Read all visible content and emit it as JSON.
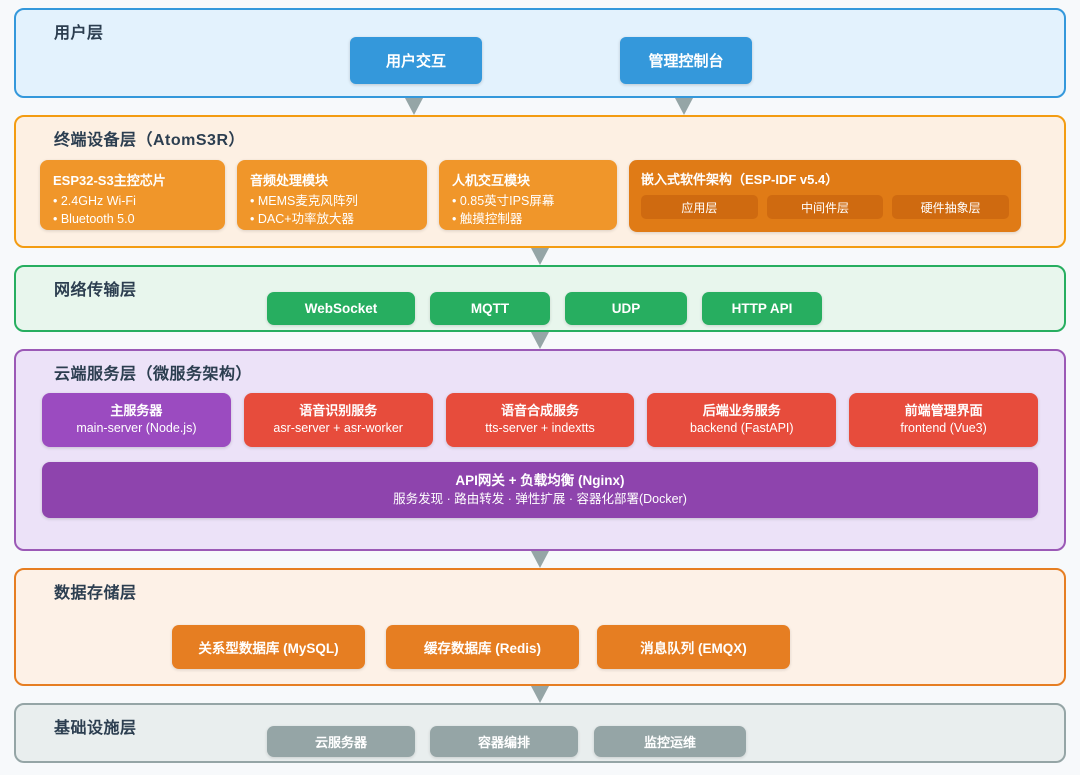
{
  "diagram": {
    "colors": {
      "user_accent": "#3498db",
      "terminal_accent": "#f39c12",
      "network_accent": "#27ae60",
      "cloud_accent": "#9b59b6",
      "storage_accent": "#e67e22",
      "infra_accent": "#95a5a6",
      "arrow": "#95a5a6",
      "title_text": "#2c3e50"
    },
    "layers": {
      "user": {
        "title": "用户层",
        "buttons": [
          {
            "label": "用户交互"
          },
          {
            "label": "管理控制台"
          }
        ]
      },
      "terminal": {
        "title": "终端设备层（AtomS3R）",
        "cards": [
          {
            "title": "ESP32-S3主控芯片",
            "items": [
              "• 2.4GHz Wi-Fi",
              "• Bluetooth 5.0"
            ]
          },
          {
            "title": "音频处理模块",
            "items": [
              "• MEMS麦克风阵列",
              "• DAC+功率放大器"
            ]
          },
          {
            "title": "人机交互模块",
            "items": [
              "• 0.85英寸IPS屏幕",
              "• 触摸控制器"
            ]
          }
        ],
        "software": {
          "title": "嵌入式软件架构（ESP-IDF v5.4）",
          "pills": [
            "应用层",
            "中间件层",
            "硬件抽象层"
          ]
        }
      },
      "network": {
        "title": "网络传输层",
        "protocols": [
          "WebSocket",
          "MQTT",
          "UDP",
          "HTTP API"
        ]
      },
      "cloud": {
        "title": "云端服务层（微服务架构）",
        "services": [
          {
            "title": "主服务器",
            "sub": "main-server (Node.js)",
            "style": "purple"
          },
          {
            "title": "语音识别服务",
            "sub": "asr-server + asr-worker",
            "style": "red"
          },
          {
            "title": "语音合成服务",
            "sub": "tts-server + indextts",
            "style": "red"
          },
          {
            "title": "后端业务服务",
            "sub": "backend (FastAPI)",
            "style": "red"
          },
          {
            "title": "前端管理界面",
            "sub": "frontend (Vue3)",
            "style": "red"
          }
        ],
        "gateway": {
          "title": "API网关 + 负载均衡 (Nginx)",
          "sub": "服务发现 · 路由转发 · 弹性扩展 · 容器化部署(Docker)"
        }
      },
      "storage": {
        "title": "数据存储层",
        "stores": [
          "关系型数据库 (MySQL)",
          "缓存数据库 (Redis)",
          "消息队列 (EMQX)"
        ]
      },
      "infra": {
        "title": "基础设施层",
        "items": [
          "云服务器",
          "容器编排",
          "监控运维"
        ]
      }
    }
  }
}
